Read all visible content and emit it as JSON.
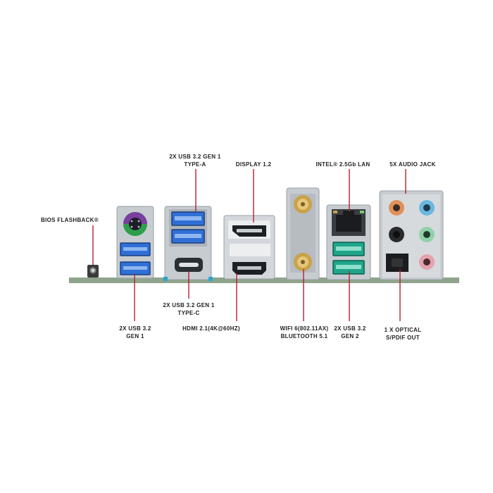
{
  "labels": {
    "bios_flashback": "BIOS FLASHBACK®",
    "usb_typea_top": [
      "2X USB 3.2 GEN 1",
      "TYPE-A"
    ],
    "display": "DISPLAY 1.2",
    "lan": "INTEL® 2.5Gb LAN",
    "audio": "5X AUDIO JACK",
    "usb_gen1_bottom": [
      "2X USB 3.2",
      "GEN 1"
    ],
    "usb_typec": [
      "2X USB 3.2 GEN 1",
      "TYPE-C"
    ],
    "hdmi": "HDMI 2.1(4K@60HZ)",
    "wifi": [
      "WIFI 6(802.11AX)",
      "BLUETOOTH 5.1"
    ],
    "usb_gen2": [
      "2X USB 3.2",
      "GEN 2"
    ],
    "optical": [
      "1 X OPTICAL",
      "S/PDIF OUT"
    ]
  },
  "colors": {
    "pointer": "#b8202a",
    "pcb": "#8fa48c",
    "metal": "#c7ccd1",
    "usb_blue": "#2f6fd6",
    "usb_gen2_teal": "#1fa58a",
    "ps2_purple": "#7a3fa0",
    "ps2_green": "#2f9e4a",
    "audio_pink": "#e5a2ad",
    "audio_blue": "#6ab7e0",
    "audio_green": "#8fd2a8",
    "audio_orange": "#e0905a",
    "antenna_gold": "#c9a24a"
  }
}
